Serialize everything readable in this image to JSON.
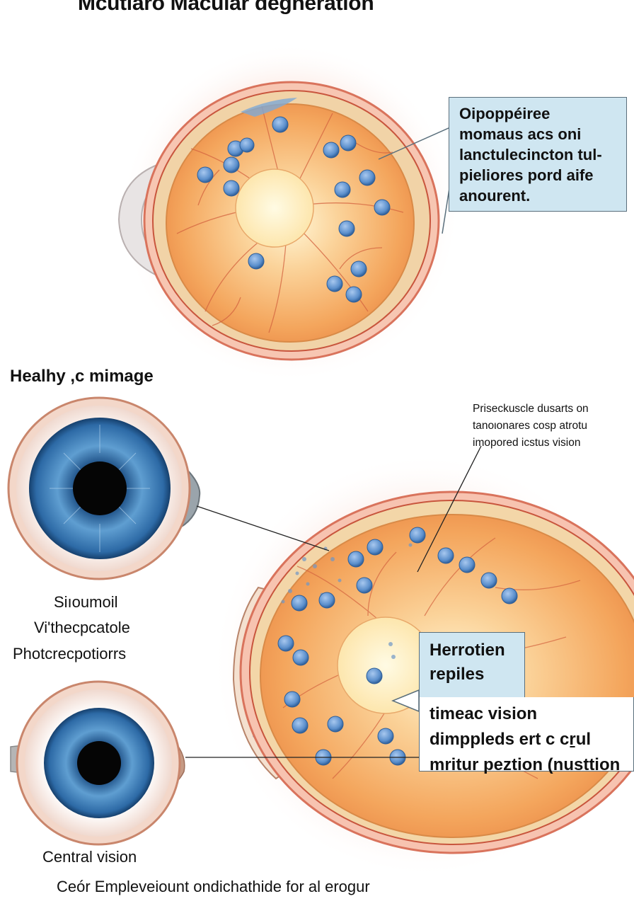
{
  "title": "Mcutlaro Macular degneration",
  "top_callout": {
    "lines": [
      "Oipoppéiree",
      "momaus acs oni",
      "lanctulecincton tul-",
      "pieliores pord aife",
      "anourent."
    ]
  },
  "healthy_label": "Healhy ,c mimage",
  "right_note": {
    "lines": [
      "Priseckuscle dusarts on",
      "tanoιonares cosp atrotu",
      "imopored icstus vision"
    ]
  },
  "left_labels": {
    "lines": [
      "Siıoumoil",
      "Vi'thecpcatole",
      "Photcrecpotiorrs"
    ]
  },
  "bottom_callout": {
    "lines": [
      "Herrotien",
      "repiles",
      "timeac vision",
      "dimppleds ert c cṟul",
      "mritur peztion (nusttion"
    ]
  },
  "central_vision_label": "Central vision",
  "footer": "Ceór Empleveiount ondichathide for al erogur",
  "colors": {
    "retina": "#f2a55a",
    "retina_center": "#fff3c8",
    "drusen": "#5b8fcc",
    "iris": "#3f7fb8",
    "callout_bg": "#cfe6f1"
  }
}
